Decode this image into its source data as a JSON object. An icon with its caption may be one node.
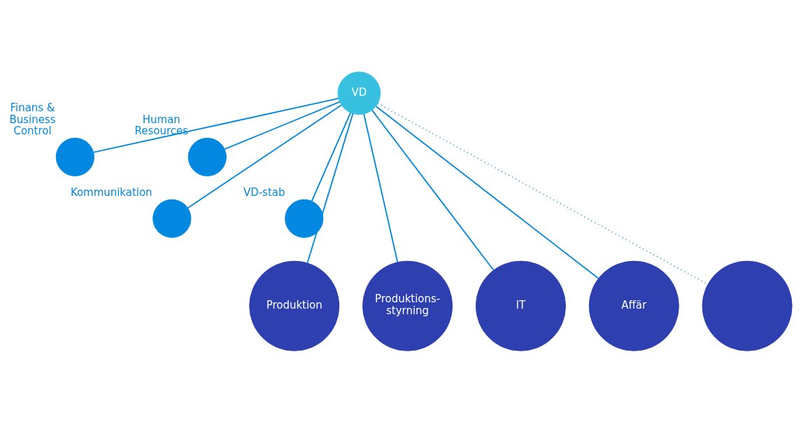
{
  "diagram": {
    "nodes": [
      {
        "text": [
          "VD"
        ]
      },
      {
        "text": [
          "Finans & Business Control"
        ]
      },
      {
        "text": [
          "Human Resources"
        ]
      },
      {
        "text": [
          "Kommunikation"
        ]
      },
      {
        "text": [
          "VD-stab"
        ]
      },
      {
        "text": [
          "Produktion"
        ]
      },
      {
        "text": [
          "Produktions- styrning"
        ]
      },
      {
        "text": [
          "IT"
        ]
      },
      {
        "text": [
          "Affär"
        ]
      },
      {
        "text": [],
        "shape": "circle"
      }
    ],
    "edges": [
      {
        "from": 0,
        "to": 1,
        "arrow": "none"
      },
      {
        "from": 0,
        "to": 2,
        "arrow": "none"
      },
      {
        "from": 0,
        "to": 3,
        "arrow": "none"
      },
      {
        "from": 0,
        "to": 4,
        "arrow": "none"
      },
      {
        "from": 0,
        "to": 5,
        "arrow": "none"
      },
      {
        "from": 0,
        "to": 6,
        "arrow": "none"
      },
      {
        "from": 0,
        "to": 7,
        "arrow": "none"
      },
      {
        "from": 0,
        "to": 8,
        "arrow": "none"
      },
      {
        "from": 0,
        "to": 9,
        "arrow": "none",
        "style": "dashed"
      }
    ]
  }
}
